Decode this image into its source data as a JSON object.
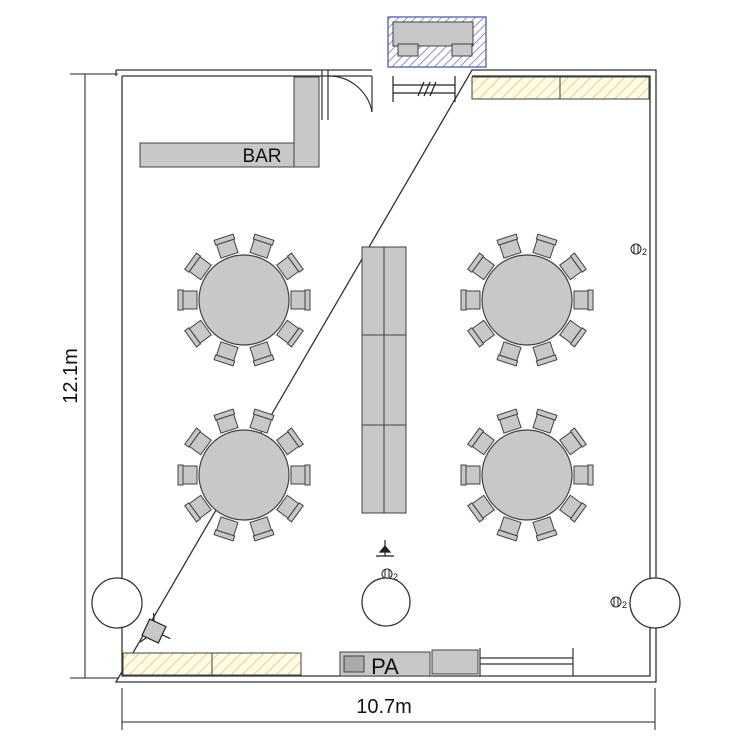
{
  "labels": {
    "bar": "BAR",
    "pa": "PA",
    "width": "10.7m",
    "height": "12.1m",
    "outlet_number": "2"
  },
  "tables": [
    {
      "seats": 10
    },
    {
      "seats": 10
    },
    {
      "seats": 10
    },
    {
      "seats": 10
    }
  ],
  "colors": {
    "wall": "#333333",
    "furniture": "#c8c8c8",
    "furniture_stroke": "#404040",
    "stage_fill": "#fffbe6",
    "stage_hatch": "#e3d48a",
    "hatch_blue": "#6a72b8"
  }
}
